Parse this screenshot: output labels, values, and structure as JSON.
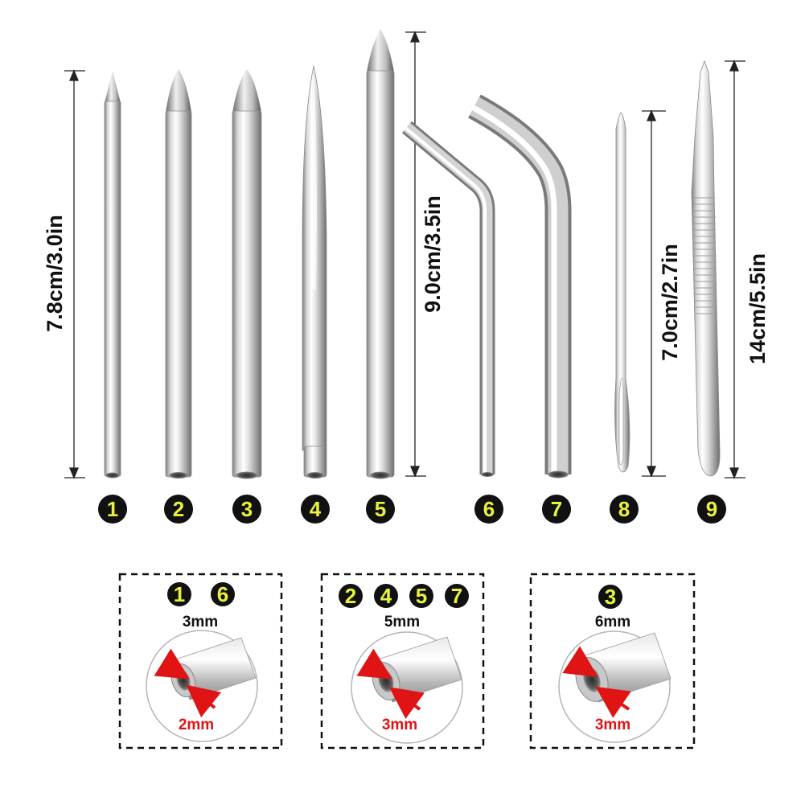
{
  "dimensions": {
    "short_needles": "7.8cm/3.0in",
    "long_needles": "9.0cm/3.5in",
    "eye_needle": "7.0cm/2.7in",
    "tweezers": "14cm/5.5in"
  },
  "tools": [
    {
      "number": "1"
    },
    {
      "number": "2"
    },
    {
      "number": "3"
    },
    {
      "number": "4"
    },
    {
      "number": "5"
    },
    {
      "number": "6"
    },
    {
      "number": "7"
    },
    {
      "number": "8"
    },
    {
      "number": "9"
    }
  ],
  "size_groups": [
    {
      "numbers": [
        "1",
        "6"
      ],
      "outer": "3mm",
      "inner": "2mm"
    },
    {
      "numbers": [
        "2",
        "4",
        "5",
        "7"
      ],
      "outer": "5mm",
      "inner": "3mm"
    },
    {
      "numbers": [
        "3"
      ],
      "outer": "6mm",
      "inner": "3mm"
    }
  ],
  "colors": {
    "badge_fill": "#111111",
    "badge_text": "#e9f23a",
    "inner_label": "#e01414",
    "metal_light": "#f4f4f4",
    "metal_dark": "#8a8a8a"
  }
}
